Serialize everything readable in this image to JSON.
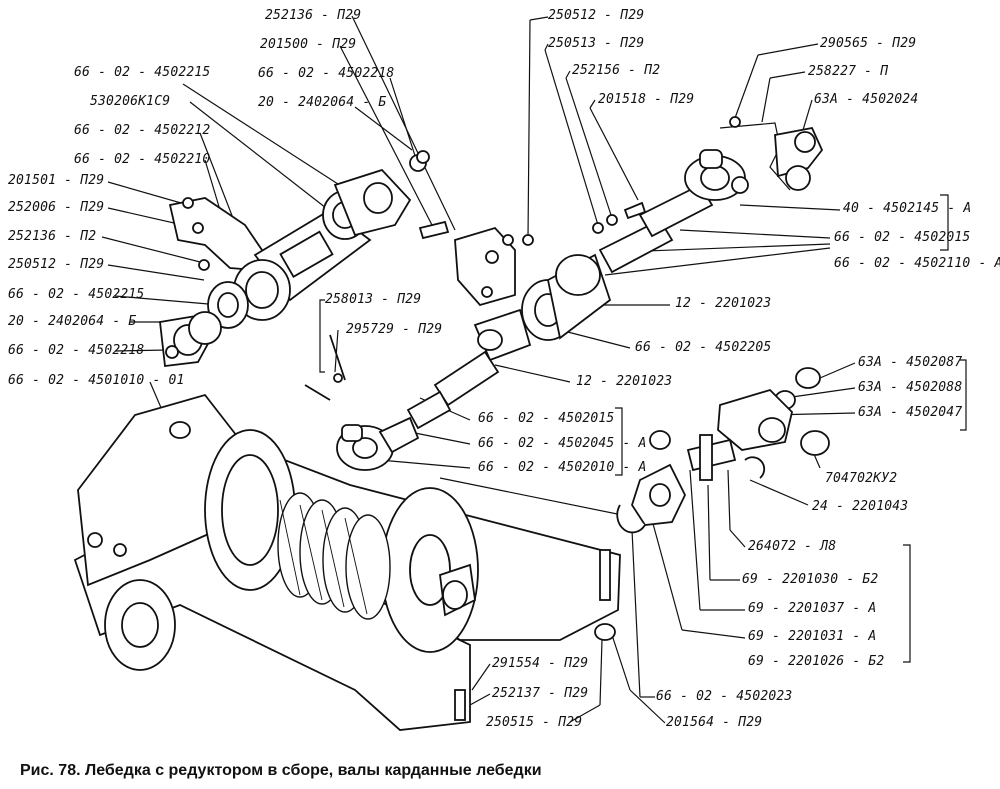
{
  "caption": "Рис.  78.  Лебедка с редуктором в сборе, валы карданные лебедки",
  "labels": [
    {
      "id": "252136-p29",
      "text": "252136 - П29"
    },
    {
      "id": "201500-p29",
      "text": "201500 - П29"
    },
    {
      "id": "66-02-4502218-top",
      "text": "66 - 02 - 4502218"
    },
    {
      "id": "20-2402064-b-top",
      "text": "20 - 2402064 - Б"
    },
    {
      "id": "66-02-4502215-top",
      "text": "66 - 02 - 4502215"
    },
    {
      "id": "530206k1c9",
      "text": "530206К1С9"
    },
    {
      "id": "66-02-4502212",
      "text": "66 - 02 - 4502212"
    },
    {
      "id": "66-02-4502210",
      "text": "66 - 02 - 4502210"
    },
    {
      "id": "201501-p29",
      "text": "201501 - П29"
    },
    {
      "id": "252006-p29",
      "text": "252006 - П29"
    },
    {
      "id": "252136-p2",
      "text": "252136 - П2"
    },
    {
      "id": "250512-p29-left",
      "text": "250512 - П29"
    },
    {
      "id": "66-02-4502215-left",
      "text": "66 - 02 - 4502215"
    },
    {
      "id": "20-2402064-b-left",
      "text": "20 - 2402064 - Б"
    },
    {
      "id": "66-02-4502218-left",
      "text": "66 - 02 - 4502218"
    },
    {
      "id": "66-02-4501010-01",
      "text": "66 - 02 - 4501010 - 01"
    },
    {
      "id": "250512-p29-top",
      "text": "250512 - П29"
    },
    {
      "id": "250513-p29",
      "text": "250513 - П29"
    },
    {
      "id": "252156-p2",
      "text": "252156 - П2"
    },
    {
      "id": "201518-p29",
      "text": "201518 - П29"
    },
    {
      "id": "290565-p29",
      "text": "290565 - П29"
    },
    {
      "id": "258227-p",
      "text": "258227 - П"
    },
    {
      "id": "63a-4502024",
      "text": "63А - 4502024"
    },
    {
      "id": "40-4502145-a",
      "text": "40 - 4502145 - А"
    },
    {
      "id": "66-02-4502015-right",
      "text": "66 - 02 - 4502015"
    },
    {
      "id": "66-02-4502110-a",
      "text": "66 - 02 - 4502110 - А"
    },
    {
      "id": "12-2201023-a",
      "text": "12 - 2201023"
    },
    {
      "id": "66-02-4502205",
      "text": "66 - 02 - 4502205"
    },
    {
      "id": "12-2201023-b",
      "text": "12 - 2201023"
    },
    {
      "id": "258013-p29",
      "text": "258013 - П29"
    },
    {
      "id": "295729-p29",
      "text": "295729 - П29"
    },
    {
      "id": "66-02-4502015-mid",
      "text": "66 - 02 - 4502015"
    },
    {
      "id": "66-02-4502045-a",
      "text": "66 - 02 - 4502045 - А"
    },
    {
      "id": "66-02-4502010-a",
      "text": "66 - 02 - 4502010 - А"
    },
    {
      "id": "63a-4502087",
      "text": "63А - 4502087"
    },
    {
      "id": "63a-4502088",
      "text": "63А - 4502088"
    },
    {
      "id": "63a-4502047",
      "text": "63А - 4502047"
    },
    {
      "id": "704702ku2",
      "text": "704702КУ2"
    },
    {
      "id": "24-2201043",
      "text": "24 - 2201043"
    },
    {
      "id": "264072-l8",
      "text": "264072 - Л8"
    },
    {
      "id": "69-2201030-b2",
      "text": "69 - 2201030 - Б2"
    },
    {
      "id": "69-2201037-a",
      "text": "69 - 2201037 - А"
    },
    {
      "id": "69-2201031-a",
      "text": "69 - 2201031 - А"
    },
    {
      "id": "69-2201026-b2",
      "text": "69 - 2201026 - Б2"
    },
    {
      "id": "291554-p29",
      "text": "291554 - П29"
    },
    {
      "id": "252137-p29",
      "text": "252137 - П29"
    },
    {
      "id": "250515-p29",
      "text": "250515 - П29"
    },
    {
      "id": "66-02-4502023",
      "text": "66 - 02 - 4502023"
    },
    {
      "id": "201564-p29",
      "text": "201564 - П29"
    }
  ]
}
